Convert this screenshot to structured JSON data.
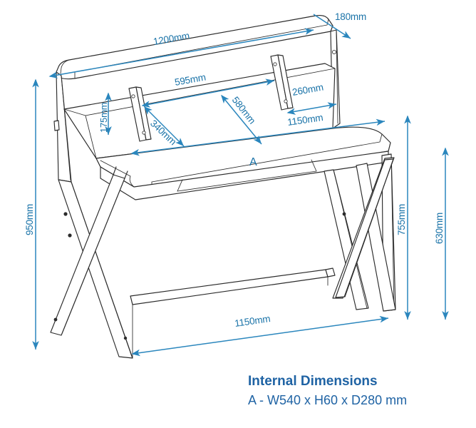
{
  "drawing": {
    "title": "Desk assembly dimension drawing",
    "subject": "writing desk with raised shelf, drawer and X-frame legs",
    "units": "mm",
    "accent_color": "#2a86bd",
    "text_color": "#1a73a8",
    "caption_color": "#1f63a4",
    "line_color": "#2b2b2b",
    "background": "#ffffff"
  },
  "dimensions": {
    "top_shelf_width": "1200mm",
    "top_shelf_depth": "180mm",
    "shelf_bay_left": "595mm",
    "shelf_bay_right": "260mm",
    "shelf_clearance_height": "175mm",
    "desktop_left_depth": "340mm",
    "desktop_mid_depth": "580mm",
    "desktop_width": "1150mm",
    "overall_height": "950mm",
    "desktop_height": "755mm",
    "lower_height": "630mm",
    "footprint_width": "1150mm"
  },
  "part_labels": {
    "drawer": "A"
  },
  "caption": {
    "title": "Internal Dimensions",
    "detail": "A - W540 x H60 x D280 mm"
  }
}
